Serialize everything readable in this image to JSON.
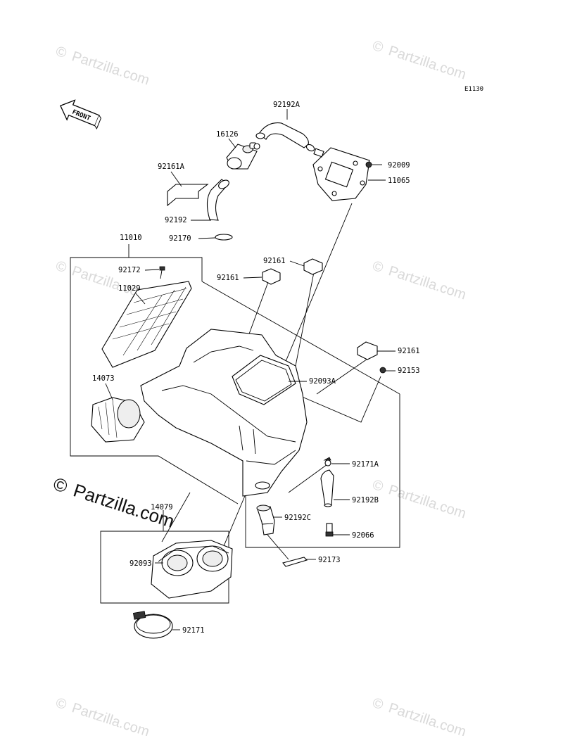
{
  "diagram_code": "E1130",
  "front_label": "FRONT",
  "watermark": {
    "symbol": "©",
    "text": "Partzilla.com"
  },
  "parts": [
    {
      "id": "92192A",
      "label": "92192A"
    },
    {
      "id": "16126",
      "label": "16126"
    },
    {
      "id": "92161A",
      "label": "92161A"
    },
    {
      "id": "92009",
      "label": "92009"
    },
    {
      "id": "11065",
      "label": "11065"
    },
    {
      "id": "92192",
      "label": "92192"
    },
    {
      "id": "92170",
      "label": "92170"
    },
    {
      "id": "11010",
      "label": "11010"
    },
    {
      "id": "92161-a",
      "label": "92161"
    },
    {
      "id": "92161-b",
      "label": "92161"
    },
    {
      "id": "92172",
      "label": "92172"
    },
    {
      "id": "11029",
      "label": "11029"
    },
    {
      "id": "92161-c",
      "label": "92161"
    },
    {
      "id": "92153",
      "label": "92153"
    },
    {
      "id": "14073",
      "label": "14073"
    },
    {
      "id": "92093A",
      "label": "92093A"
    },
    {
      "id": "92171A",
      "label": "92171A"
    },
    {
      "id": "92192B",
      "label": "92192B"
    },
    {
      "id": "14079",
      "label": "14079"
    },
    {
      "id": "92192C",
      "label": "92192C"
    },
    {
      "id": "92066",
      "label": "92066"
    },
    {
      "id": "92173",
      "label": "92173"
    },
    {
      "id": "92093",
      "label": "92093"
    },
    {
      "id": "92171",
      "label": "92171"
    }
  ]
}
